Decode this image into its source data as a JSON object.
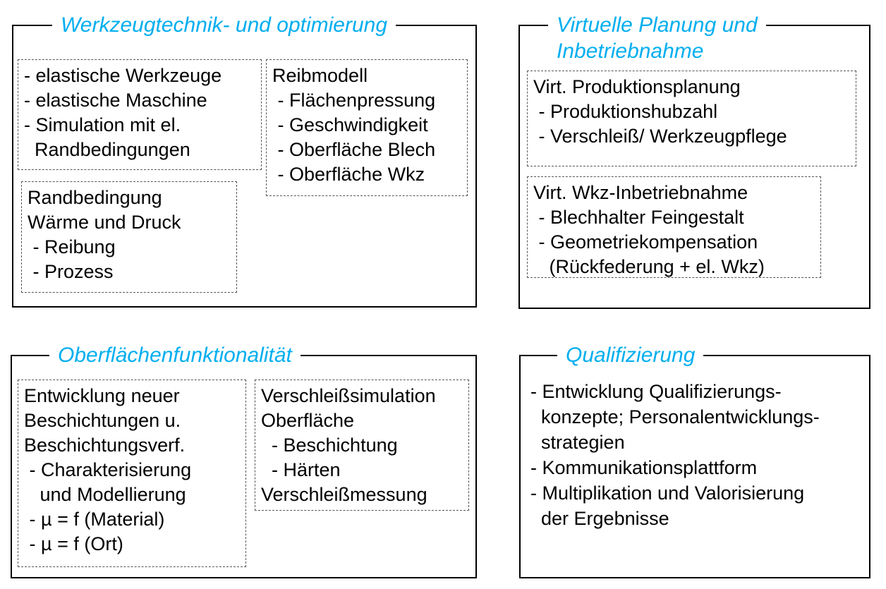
{
  "canvas": {
    "background": "#ffffff",
    "accent": "#00AEEF",
    "border_color": "#000000"
  },
  "panels": [
    {
      "id": "werkzeugtechnik",
      "title_lines": [
        "Werkzeugtechnik- und optimierung"
      ],
      "boxes": [
        {
          "lines": [
            "- elastische Werkzeuge",
            "- elastische Maschine",
            "- Simulation mit el.",
            "  Randbedingungen"
          ]
        },
        {
          "lines": [
            "Reibmodell",
            " - Flächenpressung",
            " - Geschwindigkeit",
            " - Oberfläche Blech",
            " - Oberfläche Wkz"
          ]
        },
        {
          "lines": [
            "Randbedingung",
            "Wärme und Druck",
            " - Reibung",
            " - Prozess"
          ]
        }
      ]
    },
    {
      "id": "virtuelle-planung",
      "title_lines": [
        "Virtuelle Planung und",
        "Inbetriebnahme"
      ],
      "boxes": [
        {
          "lines": [
            "Virt. Produktionsplanung",
            " - Produktionshubzahl",
            " - Verschleiß/ Werkzeugpflege"
          ]
        },
        {
          "lines": [
            "Virt. Wkz-Inbetriebnahme",
            " - Blechhalter Feingestalt",
            " - Geometriekompensation",
            "   (Rückfederung + el. Wkz)"
          ]
        }
      ]
    },
    {
      "id": "oberflaechenfunktionalitaet",
      "title_lines": [
        "Oberflächenfunktionalität"
      ],
      "boxes": [
        {
          "lines": [
            "Entwicklung neuer",
            "Beschichtungen u.",
            "Beschichtungsverf.",
            " - Charakterisierung",
            "   und Modellierung",
            " - µ = f (Material)",
            " - µ = f (Ort)"
          ]
        },
        {
          "lines": [
            "Verschleißsimulation",
            "Oberfläche",
            "  - Beschichtung",
            "  - Härten",
            "Verschleißmessung"
          ]
        }
      ]
    },
    {
      "id": "qualifizierung",
      "title_lines": [
        "Qualifizierung"
      ],
      "items_lines": [
        "- Entwicklung Qualifizierungs-",
        "  konzepte; Personalentwicklungs-",
        "  strategien",
        "- Kommunikationsplattform",
        "- Multiplikation und Valorisierung",
        "  der Ergebnisse"
      ]
    }
  ]
}
